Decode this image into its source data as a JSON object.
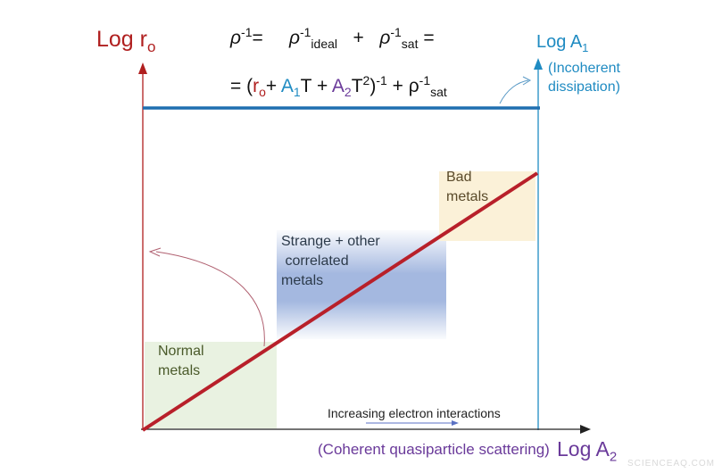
{
  "axes": {
    "left_main": "Log r",
    "left_sub": "o",
    "right_main": "Log A",
    "right_sub": "1",
    "right_note": [
      "(Incoherent",
      "dissipation)"
    ],
    "bottom_main": "Log A",
    "bottom_sub": "2",
    "bottom_note": "(Coherent quasiparticle scattering)"
  },
  "equation": {
    "line1": {
      "lhs": "ρ",
      "lhs_sup": "-1",
      "lhs_eq": "=",
      "t1": "ρ",
      "t1_sup": "-1",
      "t1_sub": "ideal",
      "plus1": "+",
      "t2": "ρ",
      "t2_sup": "-1",
      "t2_sub": "sat",
      "eq": "="
    },
    "line2": {
      "open": "= (",
      "r": "r",
      "r_sub": "o",
      "plus_a": "+ ",
      "a1": "A",
      "a1_sub": "1",
      "t_a": "T + ",
      "a2": "A",
      "a2_sub": "2",
      "t2": "T",
      "t2_sup": "2",
      "close": ")",
      "close_sup": "-1",
      "plus_b": " + ρ",
      "b_sup": "-1",
      "b_sub": "sat"
    }
  },
  "regions": {
    "normal": [
      "Normal",
      "metals"
    ],
    "strange": [
      "Strange + other",
      " correlated",
      "metals"
    ],
    "bad": [
      "Bad",
      "metals"
    ]
  },
  "arrow_label": "Increasing electron interactions",
  "watermark": "SCIENCEAQ.COM",
  "colors": {
    "red": "#b01f1f",
    "blue": "#1f8bc2",
    "purple": "#6a3a9a",
    "normal_fill": "#e9f2e1",
    "strange_fill": "#9fb4de",
    "bad_fill": "#fbf1d8"
  }
}
